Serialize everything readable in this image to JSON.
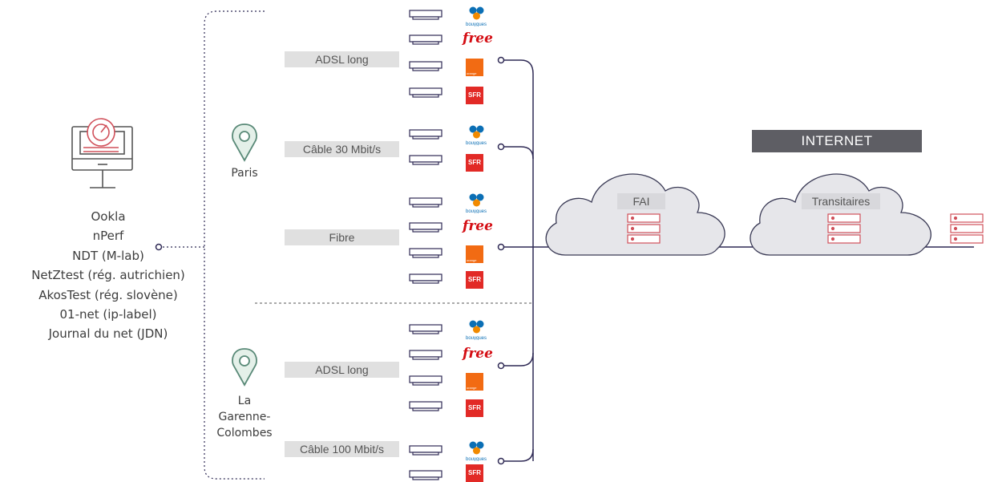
{
  "tools": [
    "Ookla",
    "nPerf",
    "NDT (M-lab)",
    "NetZtest (rég. autrichien)",
    "AkosTest (rég. slovène)",
    "01-net (ip-label)",
    "Journal du net (JDN)"
  ],
  "cities": {
    "paris": "Paris",
    "garenne_lines": [
      "La",
      "Garenne-",
      "Colombes"
    ]
  },
  "bands": {
    "paris_adsl": "ADSL long",
    "paris_cable": "Câble 30 Mbit/s",
    "paris_fibre": "Fibre",
    "garenne_adsl": "ADSL long",
    "garenne_cable": "Câble 100 Mbit/s"
  },
  "internet_label": "INTERNET",
  "clouds": {
    "fai": "FAI",
    "transit": "Transitaires"
  },
  "isp_names": {
    "bouygues": "bouygues",
    "free": "free",
    "orange": "orange",
    "sfr": "SFR"
  },
  "colors": {
    "accent": "#d0505a",
    "line": "#2f2a55",
    "band": "#e0e0e0",
    "cloud": "#c9c9cc",
    "internet_bg": "#5e5e64"
  }
}
